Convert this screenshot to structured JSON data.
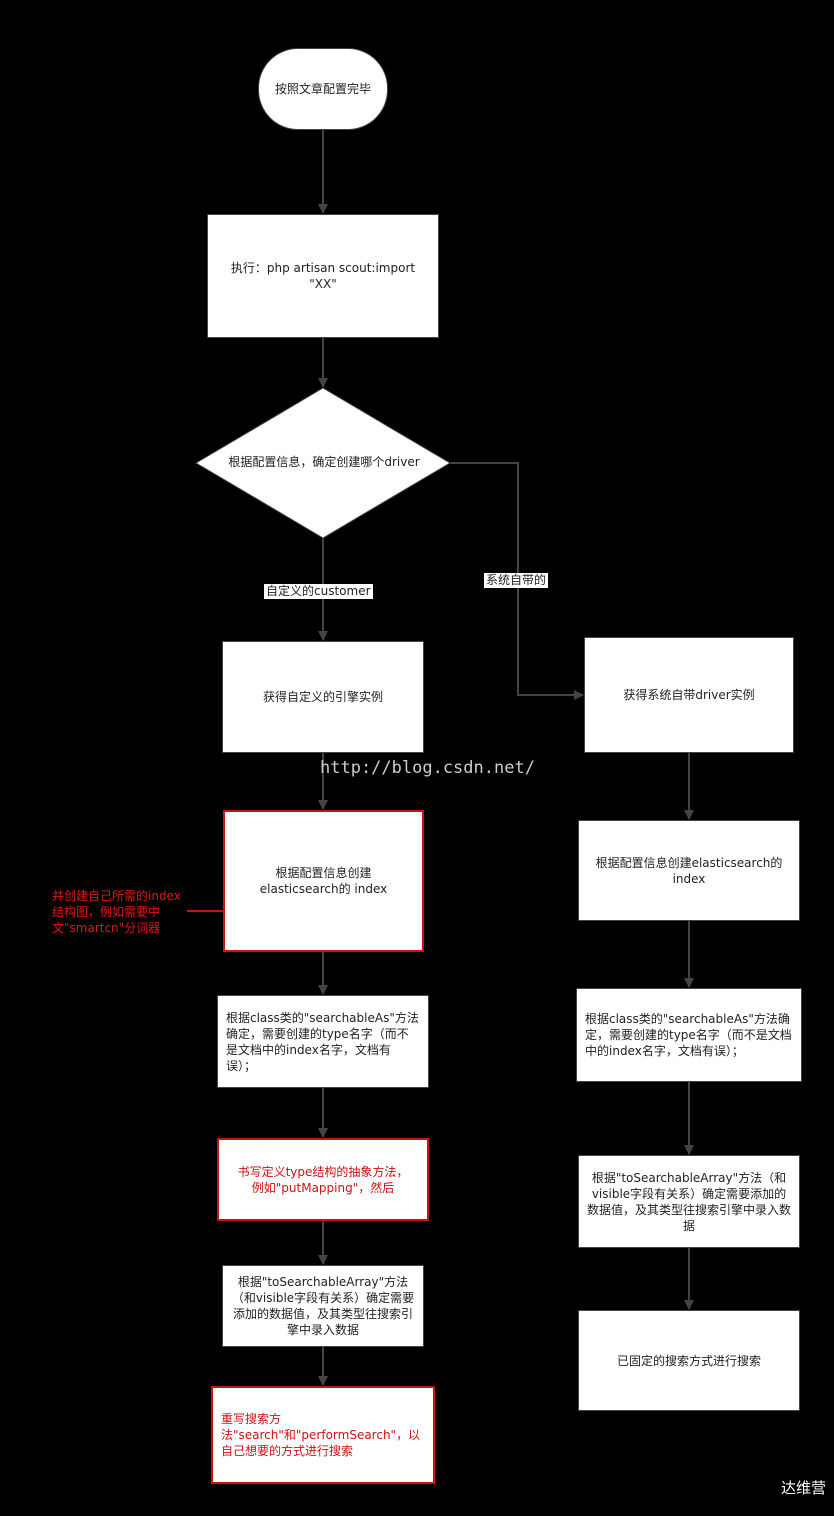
{
  "diagram": {
    "start": "按照文章配置完毕",
    "execute": "执行：php artisan scout:import\n\"XX\"",
    "decision": "根据配置信息，确定创建哪个driver",
    "labels": {
      "custom": "自定义的customer",
      "builtin": "系统自带的"
    },
    "left": {
      "get_engine": "获得自定义的引擎实例",
      "create_index": "根据配置信息创建\nelasticsearch的 index",
      "searchable_as": "根据class类的\"searchableAs\"方法确定，需要创建的type名字（而不是文档中的index名字，文档有误）；",
      "put_mapping": "书写定义type结构的抽象方法，\n例如\"putMapping\"，然后",
      "to_searchable": "根据\"toSearchableArray\"方法（和visible字段有关系）确定需要添加的数据值，及其类型往搜索引擎中录入数据",
      "override_search": "重写搜索方法\"search\"和\"performSearch\"，以自己想要的方式进行搜索"
    },
    "right": {
      "get_driver": "获得系统自带driver实例",
      "create_index": "根据配置信息创建elasticsearch的index",
      "searchable_as": "根据class类的\"searchableAs\"方法确定，需要创建的type名字（而不是文档中的index名字，文档有误）；",
      "to_searchable": "根据\"toSearchableArray\"方法（和visible字段有关系）确定需要添加的数据值，及其类型往搜索引擎中录入数据",
      "fixed_search": "已固定的搜索方式进行搜索"
    },
    "annotation": "并创建自己所需的index\n结构图，例如需要中\n文\"smartcn\"分词器"
  },
  "watermark": "http://blog.csdn.net/",
  "credit": "达维营",
  "colors": {
    "background": "#000000",
    "node_fill": "#ffffff",
    "edge": "#444444",
    "highlight": "#d01010"
  }
}
